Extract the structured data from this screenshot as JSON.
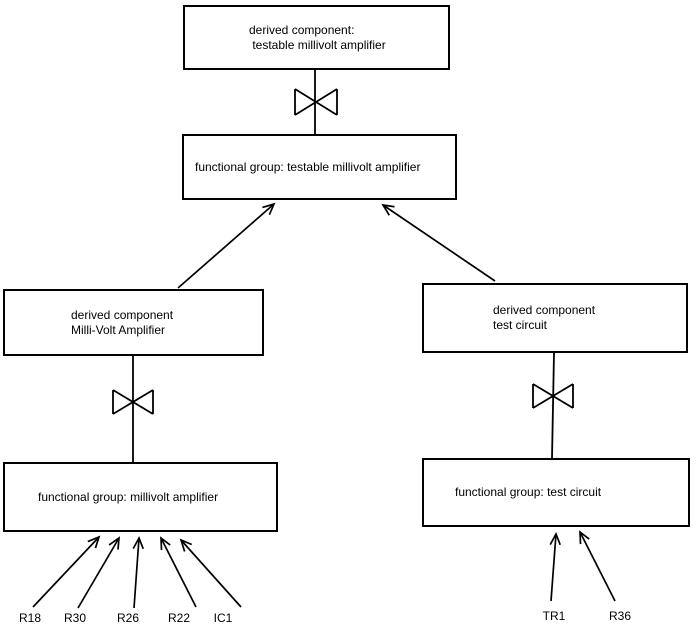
{
  "colors": {
    "background": "#ffffff",
    "line": "#000000",
    "text": "#000000"
  },
  "boxes": {
    "derived_testable": {
      "line1": "derived component:",
      "line2": " testable millivolt amplifier"
    },
    "fg_testable": {
      "line1": "functional group: testable millivolt amplifier"
    },
    "derived_mv": {
      "line1": "derived component",
      "line2": "Milli-Volt Amplifier"
    },
    "derived_test": {
      "line1": "derived component",
      "line2": "test circuit"
    },
    "fg_mv": {
      "line1": "functional group: millivolt amplifier"
    },
    "fg_test": {
      "line1": "functional group: test circuit"
    }
  },
  "leaves": {
    "r18": "R18",
    "r30": "R30",
    "r26": "R26",
    "r22": "R22",
    "ic1": "IC1",
    "tr1": "TR1",
    "r36": "R36"
  },
  "edges": [
    {
      "from": "functional group: testable millivolt amplifier",
      "to": "derived component: testable millivolt amplifier",
      "type": "bowtie"
    },
    {
      "from": "derived component Milli-Volt Amplifier",
      "to": "functional group: testable millivolt amplifier",
      "type": "arrow"
    },
    {
      "from": "derived component test circuit",
      "to": "functional group: testable millivolt amplifier",
      "type": "arrow"
    },
    {
      "from": "functional group: millivolt amplifier",
      "to": "derived component Milli-Volt Amplifier",
      "type": "bowtie"
    },
    {
      "from": "functional group: test circuit",
      "to": "derived component test circuit",
      "type": "bowtie"
    },
    {
      "from": "R18",
      "to": "functional group: millivolt amplifier",
      "type": "arrow"
    },
    {
      "from": "R30",
      "to": "functional group: millivolt amplifier",
      "type": "arrow"
    },
    {
      "from": "R26",
      "to": "functional group: millivolt amplifier",
      "type": "arrow"
    },
    {
      "from": "R22",
      "to": "functional group: millivolt amplifier",
      "type": "arrow"
    },
    {
      "from": "IC1",
      "to": "functional group: millivolt amplifier",
      "type": "arrow"
    },
    {
      "from": "TR1",
      "to": "functional group: test circuit",
      "type": "arrow"
    },
    {
      "from": "R36",
      "to": "functional group: test circuit",
      "type": "arrow"
    }
  ]
}
